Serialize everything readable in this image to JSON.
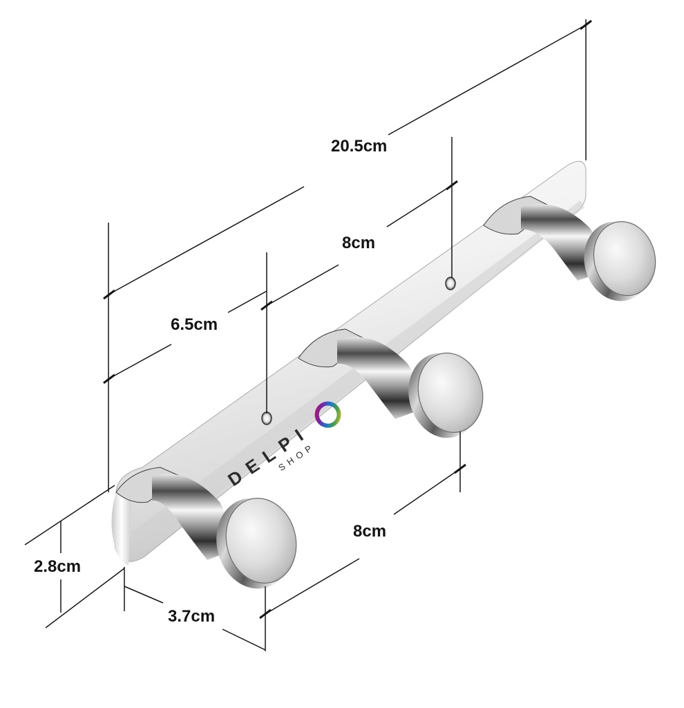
{
  "dimensions": {
    "overall_length": "20.5cm",
    "hole_spacing": "8cm",
    "edge_to_hole": "6.5cm",
    "hook_spacing": "8cm",
    "height": "2.8cm",
    "depth": "3.7cm"
  },
  "logo": {
    "brand": "DELPI",
    "sub": "SHOP"
  },
  "colors": {
    "line": "#141414",
    "chrome_light": "#f4f4f4",
    "chrome_dark": "#2a2a2a",
    "logo_text": "#2b2b2b"
  }
}
